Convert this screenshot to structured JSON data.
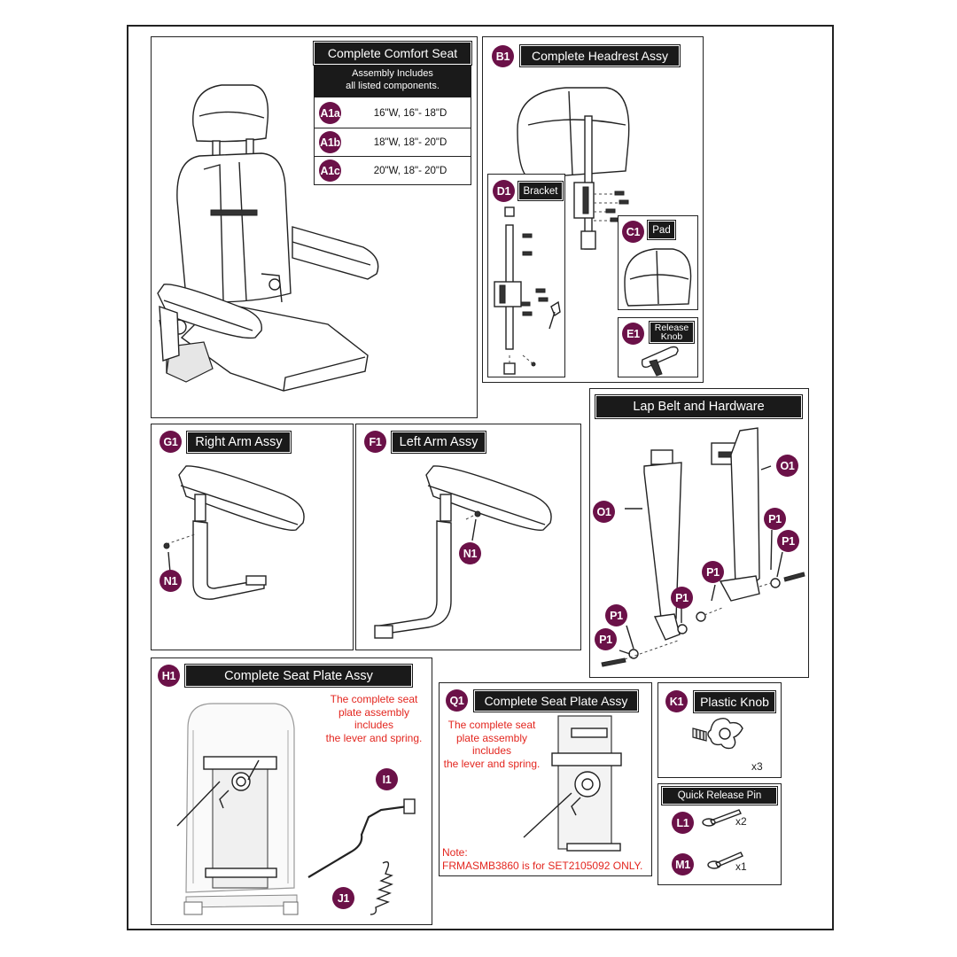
{
  "seat": {
    "title": "Complete Comfort Seat",
    "note_line1": "Assembly Includes",
    "note_line2": "all listed components.",
    "sizes": [
      {
        "code": "A1a",
        "desc": "16\"W, 16\"- 18\"D"
      },
      {
        "code": "A1b",
        "desc": "18\"W, 18\"- 20\"D"
      },
      {
        "code": "A1c",
        "desc": "20\"W, 18\"- 20\"D"
      }
    ]
  },
  "headrest": {
    "code": "B1",
    "title": "Complete Headrest Assy",
    "bracket_code": "D1",
    "bracket_label": "Bracket",
    "pad_code": "C1",
    "pad_label": "Pad",
    "knob_code": "E1",
    "knob_label_line1": "Release",
    "knob_label_line2": "Knob"
  },
  "lapbelt": {
    "title": "Lap Belt and Hardware",
    "callouts": [
      "O1",
      "O1",
      "P1",
      "P1",
      "P1",
      "P1",
      "P1",
      "P1"
    ]
  },
  "right_arm": {
    "code": "G1",
    "title": "Right Arm Assy",
    "screw_code": "N1"
  },
  "left_arm": {
    "code": "F1",
    "title": "Left Arm Assy",
    "screw_code": "N1"
  },
  "seat_plate_h": {
    "code": "H1",
    "title": "Complete Seat Plate Assy",
    "note": [
      "The complete seat",
      "plate assembly",
      "includes",
      "the lever and spring."
    ],
    "lever_code": "I1",
    "spring_code": "J1"
  },
  "seat_plate_q": {
    "code": "Q1",
    "title": "Complete Seat Plate Assy",
    "note": [
      "The complete seat",
      "plate assembly",
      "includes",
      "the lever and spring."
    ],
    "footnote_title": "Note:",
    "footnote": "FRMASMB3860 is for SET2105092 ONLY."
  },
  "plastic_knob": {
    "code": "K1",
    "title": "Plastic Knob",
    "qty": "x3"
  },
  "quick_pin": {
    "title": "Quick Release Pin",
    "items": [
      {
        "code": "L1",
        "qty": "x2"
      },
      {
        "code": "M1",
        "qty": "x1"
      }
    ]
  }
}
